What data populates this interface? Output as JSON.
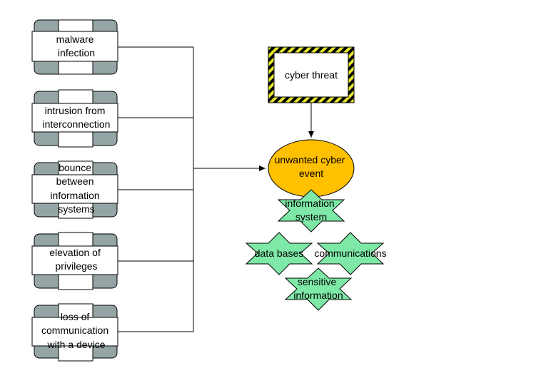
{
  "threat_vectors": [
    {
      "id": "malware",
      "lines": [
        "malware",
        "infection"
      ]
    },
    {
      "id": "intrusion",
      "lines": [
        "intrusion from",
        "interconnection"
      ]
    },
    {
      "id": "bounce",
      "lines": [
        "bounce",
        "between",
        "information",
        "systems"
      ]
    },
    {
      "id": "elevation",
      "lines": [
        "elevation of",
        "privileges"
      ]
    },
    {
      "id": "loss",
      "lines": [
        "loss of",
        "communication",
        "with a device"
      ]
    }
  ],
  "cyber_threat": {
    "label": "cyber threat"
  },
  "event": {
    "lines": [
      "unwanted cyber",
      "event"
    ]
  },
  "assets": [
    {
      "id": "information-system",
      "lines": [
        "information",
        "system"
      ]
    },
    {
      "id": "data-bases",
      "lines": [
        "data bases"
      ]
    },
    {
      "id": "communications",
      "lines": [
        "communications"
      ]
    },
    {
      "id": "sensitive-information",
      "lines": [
        "sensitive",
        "information"
      ]
    }
  ],
  "colors": {
    "vector_fill": "#95a5a6",
    "card_fill": "#ffffff",
    "stroke": "#000000",
    "event_fill": "#ffc000",
    "asset_fill": "#7ee8a6",
    "hazard_stripe": "#e6e62e"
  }
}
